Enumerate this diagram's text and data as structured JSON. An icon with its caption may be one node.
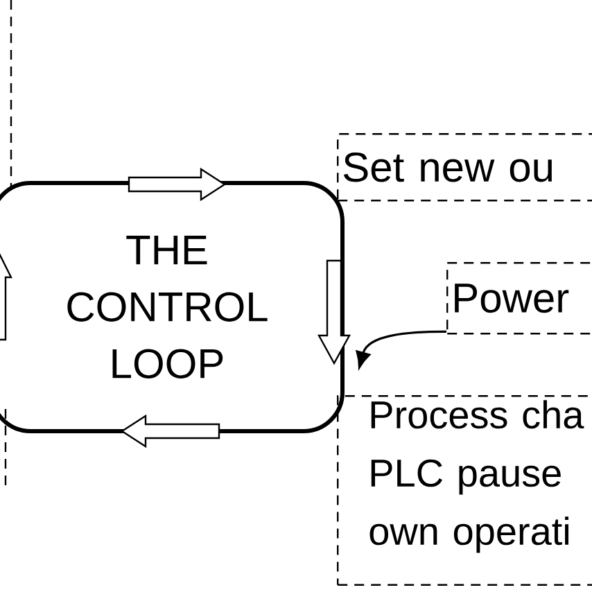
{
  "diagram": {
    "nodes": [
      {
        "text": [
          "THE CONTROL LOOP"
        ]
      },
      {
        "text": [
          "Set new ou"
        ]
      },
      {
        "text": [
          "Power"
        ]
      },
      {
        "text": [
          "Process cha PLC pause own operati"
        ]
      }
    ],
    "edges": [
      {
        "from": 2,
        "to": 0,
        "arrow": "to"
      }
    ]
  }
}
